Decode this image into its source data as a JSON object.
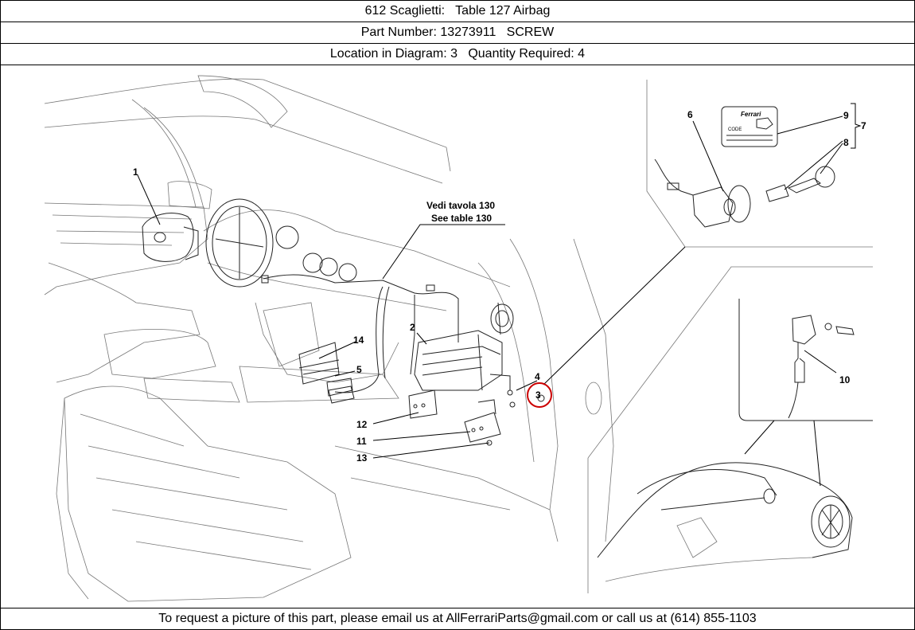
{
  "header": {
    "model_title": "612 Scaglietti:   Table 127 Airbag",
    "part_line": "Part Number: 13273911   SCREW",
    "location_line": "Location in Diagram: 3   Quantity Required: 4"
  },
  "diagram": {
    "see_table_it": "Vedi tavola 130",
    "see_table_en": "See table 130",
    "callouts": {
      "c1": "1",
      "c2": "2",
      "c3": "3",
      "c4": "4",
      "c5": "5",
      "c6": "6",
      "c7": "7",
      "c8": "8",
      "c9": "9",
      "c10": "10",
      "c11": "11",
      "c12": "12",
      "c13": "13",
      "c14": "14"
    },
    "highlight_color": "#cc0000",
    "card_brand": "Ferrari",
    "card_code": "CODE"
  },
  "footer": {
    "contact_text": "To request a picture of this part, please email us at AllFerrariParts@gmail.com or call us at (614) 855-1103"
  }
}
